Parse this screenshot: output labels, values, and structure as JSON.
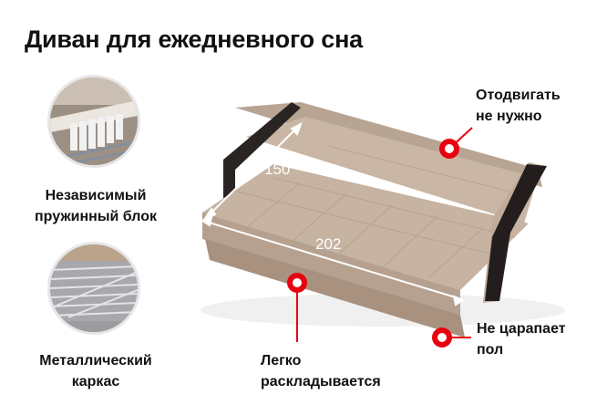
{
  "header": {
    "title": "Диван для ежедневного сна"
  },
  "features": [
    {
      "icon": "spring-block-photo",
      "label_line1": "Независимый",
      "label_line2": "пружинный блок"
    },
    {
      "icon": "metal-frame-photo",
      "label_line1": "Металлический",
      "label_line2": "каркас"
    }
  ],
  "callouts": {
    "no_move": {
      "line1": "Отодвигать",
      "line2": "не нужно"
    },
    "easy_unfold": {
      "line1": "Легко",
      "line2": "раскладывается"
    },
    "no_scratch": {
      "line1": "Не царапает",
      "line2": "пол"
    }
  },
  "dimensions": {
    "width": "150",
    "length": "202"
  },
  "colors": {
    "accent": "#e8000f",
    "upholstery": "#c2ad9b",
    "armrest": "#1e1a19"
  }
}
